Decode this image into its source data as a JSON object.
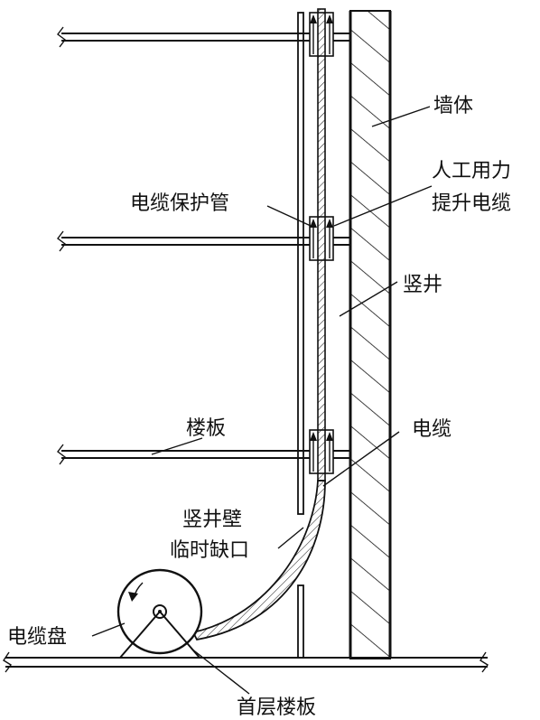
{
  "labels": {
    "wall": "墙体",
    "manual_lift_line1": "人工用力",
    "manual_lift_line2": "提升电缆",
    "protection_pipe": "电缆保护管",
    "shaft": "竖井",
    "floor_slab": "楼板",
    "cable": "电缆",
    "shaft_wall_line1": "竖井壁",
    "shaft_wall_line2": "临时缺口",
    "cable_drum": "电缆盘",
    "ground_floor_slab": "首层楼板"
  }
}
